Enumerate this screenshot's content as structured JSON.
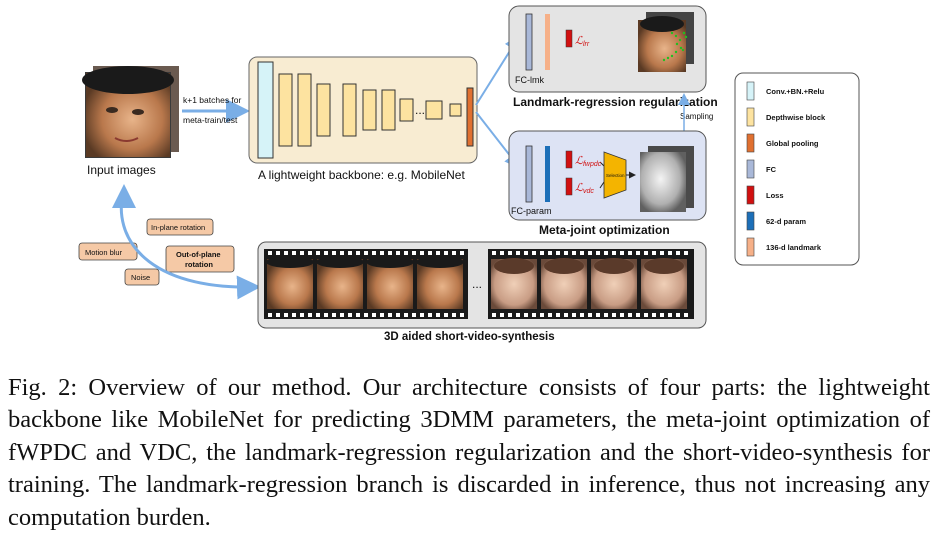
{
  "figure": {
    "input_label": "Input images",
    "batch_label_line1": "k+1 batches for",
    "batch_label_line2": "meta-train/test",
    "backbone_label": "A lightweight backbone: e.g. MobileNet",
    "backbone_ellipsis": "...",
    "landmark_title": "Landmark-regression regularization",
    "fc_lmk_label": "FC-lmk",
    "loss_lrr_label": "ℒ",
    "loss_lrr_sub": "lrr",
    "sampling_label": "Sampling",
    "meta_title": "Meta-joint optimization",
    "fc_param_label": "FC-param",
    "loss_fwpdc_label": "ℒ",
    "loss_fwpdc_sub": "fwpdc",
    "loss_vdc_label": "ℒ",
    "loss_vdc_sub": "vdc",
    "selection_label": "Selection",
    "aug_inplane": "In-plane rotation",
    "aug_motion": "Motion blur",
    "aug_outplane_line1": "Out-of-plane",
    "aug_outplane_line2": "rotation",
    "aug_noise": "Noise",
    "video_ellipsis": "...",
    "video_title": "3D aided short-video-synthesis"
  },
  "legend": {
    "items": [
      {
        "label": "Conv.+BN.+Relu",
        "color": "#d6f3f8"
      },
      {
        "label": "Depthwise block",
        "color": "#fde3a0"
      },
      {
        "label": "Global pooling",
        "color": "#e07030"
      },
      {
        "label": "FC",
        "color": "#a9b8d8"
      },
      {
        "label": "Loss",
        "color": "#d11010"
      },
      {
        "label": "62-d param",
        "color": "#1c6fb8"
      },
      {
        "label": "136-d landmark",
        "color": "#f6b088"
      }
    ]
  },
  "caption": {
    "label": "Fig. 2:",
    "text": "Overview of our method. Our architecture consists of four parts: the lightweight backbone like MobileNet for predicting 3DMM parameters, the meta-joint optimization of fWPDC and VDC, the landmark-regression regularization and the short-video-synthesis for training. The landmark-regression branch is discarded in inference, thus not increasing any computation burden."
  }
}
